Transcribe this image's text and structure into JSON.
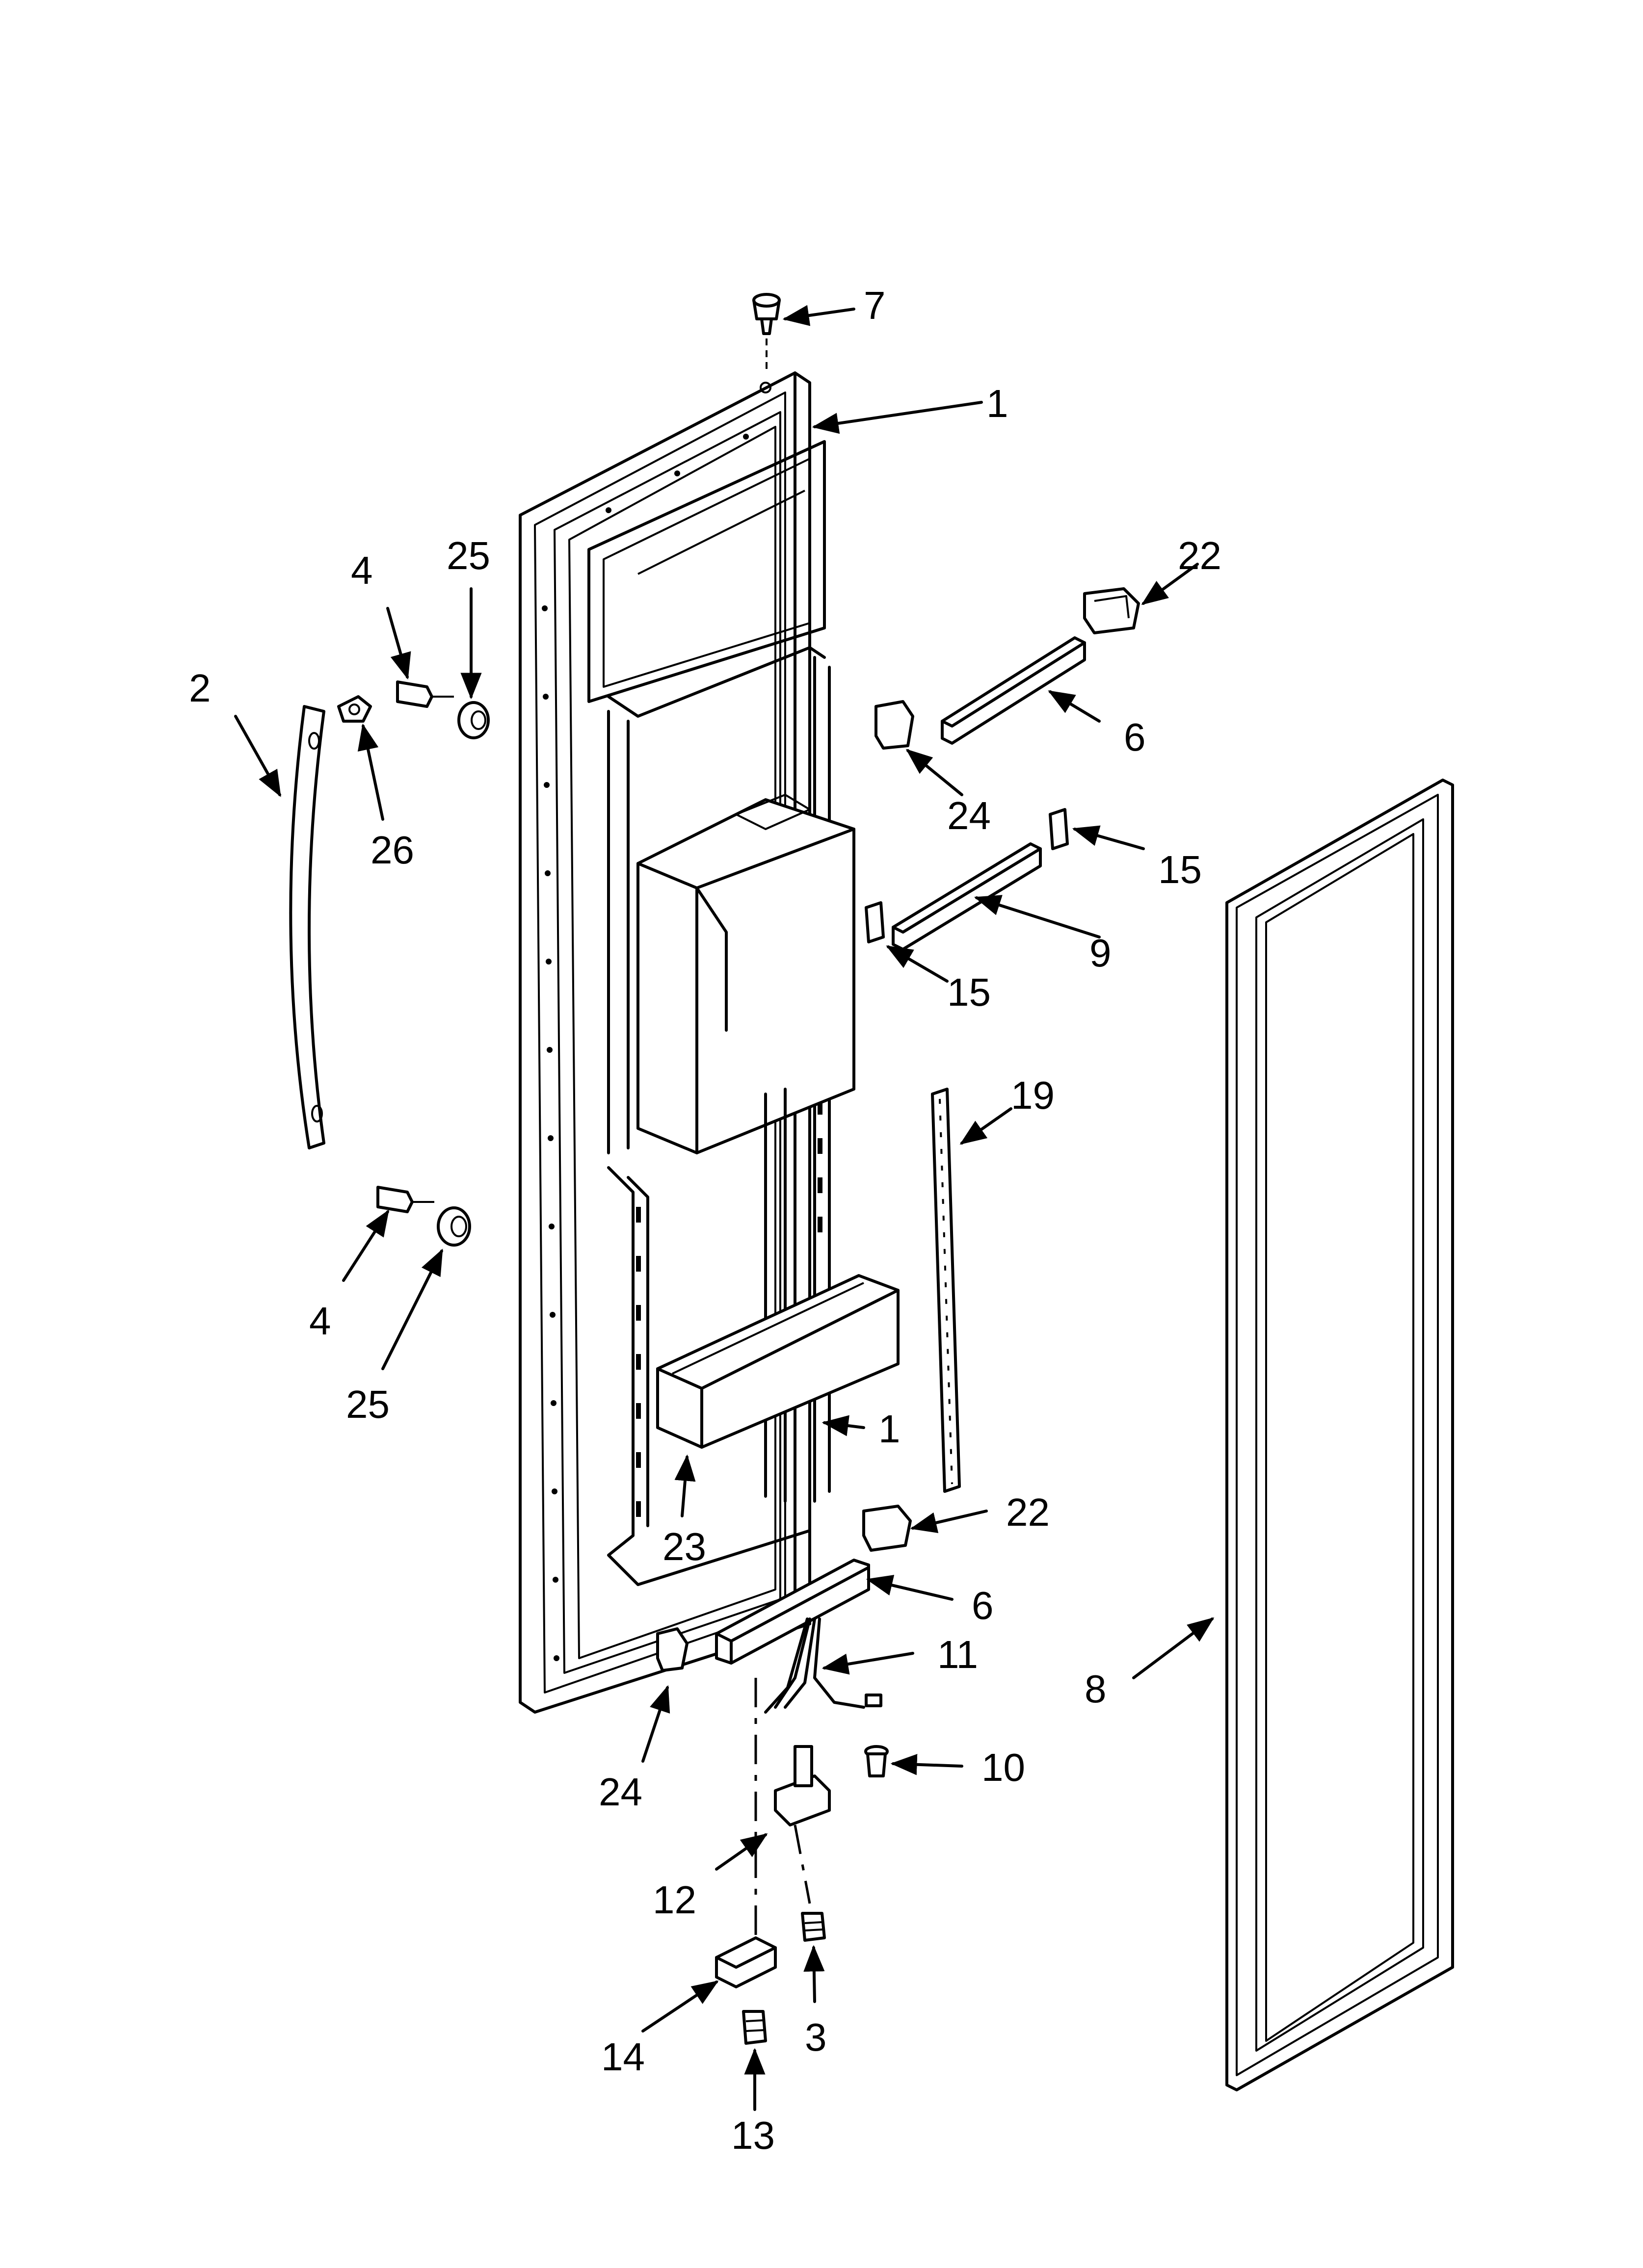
{
  "diagram": {
    "callouts": {
      "c7": "7",
      "c1_top": "1",
      "c22_top": "22",
      "c4_top": "4",
      "c25_top": "25",
      "c2": "2",
      "c26": "26",
      "c6_top": "6",
      "c24_top": "24",
      "c15_right": "15",
      "c9": "9",
      "c15_left": "15",
      "c19": "19",
      "c4_bottom": "4",
      "c25_bottom": "25",
      "c1_mid": "1",
      "c23": "23",
      "c22_bottom": "22",
      "c6_bottom": "6",
      "c11": "11",
      "c8": "8",
      "c10": "10",
      "c24_bottom": "24",
      "c12": "12",
      "c14": "14",
      "c3": "3",
      "c13": "13"
    }
  }
}
